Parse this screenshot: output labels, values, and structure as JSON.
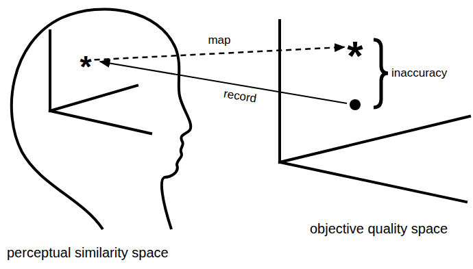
{
  "diagram": {
    "nodes": [
      {
        "text": [
          "perceptual similarity space"
        ]
      },
      {
        "text": [
          "*"
        ],
        "in": 0
      },
      {
        "text": [
          "objective quality space"
        ]
      },
      {
        "text": [
          "*"
        ],
        "in": 2
      }
    ],
    "edges": [
      {
        "from": 1,
        "to": 3,
        "arrow": "to",
        "label": "map"
      }
    ],
    "labels": [
      "record",
      "inaccuracy"
    ]
  }
}
